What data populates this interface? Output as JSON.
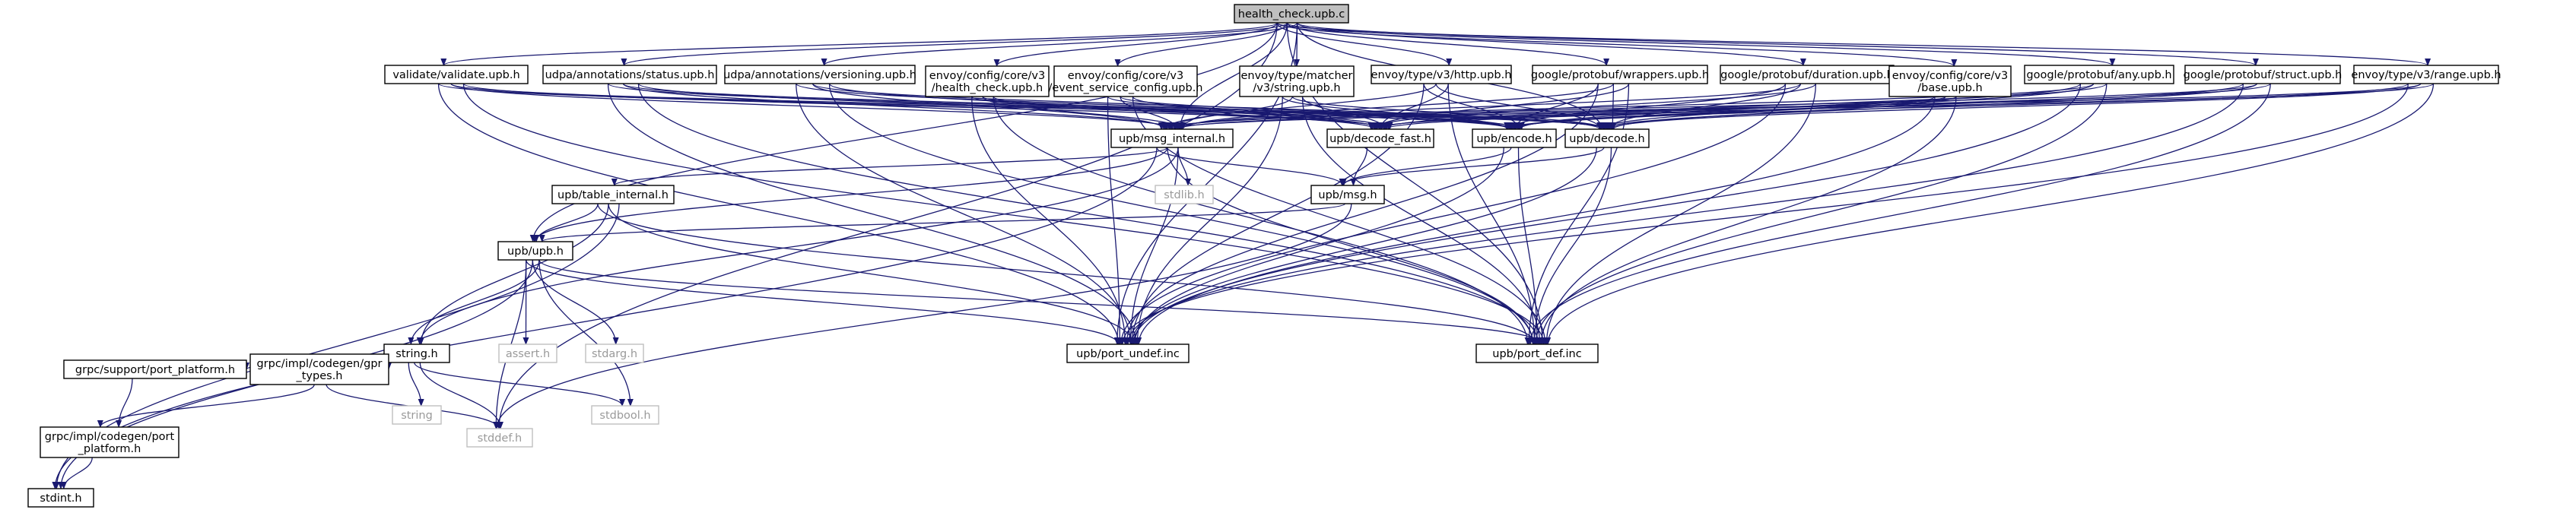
{
  "graph": {
    "root": "health_check.upb.c",
    "colors": {
      "edge": "#191970",
      "node_border": "#000000",
      "root_fill": "#bfbfbf",
      "node_fill": "#ffffff",
      "external_border": "#bfbfbf",
      "external_text": "#9a9a9a"
    },
    "nodes": [
      {
        "id": "root",
        "label": [
          "health_check.upb.c"
        ],
        "kind": "root"
      },
      {
        "id": "validate",
        "label": [
          "validate/validate.upb.h"
        ],
        "kind": "file"
      },
      {
        "id": "udpa_status",
        "label": [
          "udpa/annotations/status.upb.h"
        ],
        "kind": "file"
      },
      {
        "id": "udpa_versioning",
        "label": [
          "udpa/annotations/versioning.upb.h"
        ],
        "kind": "file"
      },
      {
        "id": "env_health",
        "label": [
          "envoy/config/core/v3",
          "/health_check.upb.h"
        ],
        "kind": "file"
      },
      {
        "id": "env_event",
        "label": [
          "envoy/config/core/v3",
          "/event_service_config.upb.h"
        ],
        "kind": "file"
      },
      {
        "id": "env_matcher",
        "label": [
          "envoy/type/matcher",
          "/v3/string.upb.h"
        ],
        "kind": "file"
      },
      {
        "id": "env_http",
        "label": [
          "envoy/type/v3/http.upb.h"
        ],
        "kind": "file"
      },
      {
        "id": "gp_wrappers",
        "label": [
          "google/protobuf/wrappers.upb.h"
        ],
        "kind": "file"
      },
      {
        "id": "gp_duration",
        "label": [
          "google/protobuf/duration.upb.h"
        ],
        "kind": "file"
      },
      {
        "id": "env_base",
        "label": [
          "envoy/config/core/v3",
          "/base.upb.h"
        ],
        "kind": "file"
      },
      {
        "id": "gp_any",
        "label": [
          "google/protobuf/any.upb.h"
        ],
        "kind": "file"
      },
      {
        "id": "gp_struct",
        "label": [
          "google/protobuf/struct.upb.h"
        ],
        "kind": "file"
      },
      {
        "id": "env_range",
        "label": [
          "envoy/type/v3/range.upb.h"
        ],
        "kind": "file"
      },
      {
        "id": "msg_internal",
        "label": [
          "upb/msg_internal.h"
        ],
        "kind": "file"
      },
      {
        "id": "decode_fast",
        "label": [
          "upb/decode_fast.h"
        ],
        "kind": "file"
      },
      {
        "id": "encode",
        "label": [
          "upb/encode.h"
        ],
        "kind": "file"
      },
      {
        "id": "decode",
        "label": [
          "upb/decode.h"
        ],
        "kind": "file"
      },
      {
        "id": "table_internal",
        "label": [
          "upb/table_internal.h"
        ],
        "kind": "file"
      },
      {
        "id": "stdlib",
        "label": [
          "stdlib.h"
        ],
        "kind": "external"
      },
      {
        "id": "msg",
        "label": [
          "upb/msg.h"
        ],
        "kind": "file"
      },
      {
        "id": "upb",
        "label": [
          "upb/upb.h"
        ],
        "kind": "file"
      },
      {
        "id": "string_h",
        "label": [
          "string.h"
        ],
        "kind": "file"
      },
      {
        "id": "assert",
        "label": [
          "assert.h"
        ],
        "kind": "external"
      },
      {
        "id": "stdarg",
        "label": [
          "stdarg.h"
        ],
        "kind": "external"
      },
      {
        "id": "port_undef",
        "label": [
          "upb/port_undef.inc"
        ],
        "kind": "file"
      },
      {
        "id": "port_def",
        "label": [
          "upb/port_def.inc"
        ],
        "kind": "file"
      },
      {
        "id": "grpc_sp",
        "label": [
          "grpc/support/port_platform.h"
        ],
        "kind": "file"
      },
      {
        "id": "grpc_gpr",
        "label": [
          "grpc/impl/codegen/gpr",
          "_types.h"
        ],
        "kind": "file"
      },
      {
        "id": "string",
        "label": [
          "string"
        ],
        "kind": "external"
      },
      {
        "id": "stdbool",
        "label": [
          "stdbool.h"
        ],
        "kind": "external"
      },
      {
        "id": "grpc_ip",
        "label": [
          "grpc/impl/codegen/port",
          "_platform.h"
        ],
        "kind": "file"
      },
      {
        "id": "stddef",
        "label": [
          "stddef.h"
        ],
        "kind": "external"
      },
      {
        "id": "stdint",
        "label": [
          "stdint.h"
        ],
        "kind": "file"
      }
    ],
    "edges": [
      [
        "root",
        "validate"
      ],
      [
        "root",
        "udpa_status"
      ],
      [
        "root",
        "udpa_versioning"
      ],
      [
        "root",
        "env_health"
      ],
      [
        "root",
        "env_event"
      ],
      [
        "root",
        "env_matcher"
      ],
      [
        "root",
        "env_http"
      ],
      [
        "root",
        "gp_wrappers"
      ],
      [
        "root",
        "gp_duration"
      ],
      [
        "root",
        "env_base"
      ],
      [
        "root",
        "gp_any"
      ],
      [
        "root",
        "gp_struct"
      ],
      [
        "root",
        "env_range"
      ],
      [
        "root",
        "msg_internal"
      ],
      [
        "root",
        "decode"
      ],
      [
        "root",
        "stddef"
      ],
      [
        "root",
        "port_def"
      ],
      [
        "root",
        "port_undef"
      ],
      [
        "root",
        "upb"
      ],
      [
        "validate",
        "msg_internal"
      ],
      [
        "validate",
        "decode_fast"
      ],
      [
        "validate",
        "encode"
      ],
      [
        "validate",
        "decode"
      ],
      [
        "validate",
        "port_def"
      ],
      [
        "validate",
        "port_undef"
      ],
      [
        "udpa_status",
        "msg_internal"
      ],
      [
        "udpa_status",
        "decode_fast"
      ],
      [
        "udpa_status",
        "encode"
      ],
      [
        "udpa_status",
        "decode"
      ],
      [
        "udpa_status",
        "port_def"
      ],
      [
        "udpa_status",
        "port_undef"
      ],
      [
        "udpa_versioning",
        "msg_internal"
      ],
      [
        "udpa_versioning",
        "decode_fast"
      ],
      [
        "udpa_versioning",
        "encode"
      ],
      [
        "udpa_versioning",
        "decode"
      ],
      [
        "udpa_versioning",
        "port_def"
      ],
      [
        "udpa_versioning",
        "port_undef"
      ],
      [
        "env_health",
        "msg_internal"
      ],
      [
        "env_health",
        "decode_fast"
      ],
      [
        "env_health",
        "encode"
      ],
      [
        "env_health",
        "decode"
      ],
      [
        "env_health",
        "port_def"
      ],
      [
        "env_health",
        "port_undef"
      ],
      [
        "env_event",
        "msg_internal"
      ],
      [
        "env_event",
        "decode_fast"
      ],
      [
        "env_event",
        "encode"
      ],
      [
        "env_event",
        "decode"
      ],
      [
        "env_event",
        "port_def"
      ],
      [
        "env_event",
        "port_undef"
      ],
      [
        "env_matcher",
        "msg_internal"
      ],
      [
        "env_matcher",
        "decode_fast"
      ],
      [
        "env_matcher",
        "encode"
      ],
      [
        "env_matcher",
        "decode"
      ],
      [
        "env_matcher",
        "port_def"
      ],
      [
        "env_matcher",
        "port_undef"
      ],
      [
        "env_http",
        "msg_internal"
      ],
      [
        "env_http",
        "decode_fast"
      ],
      [
        "env_http",
        "encode"
      ],
      [
        "env_http",
        "decode"
      ],
      [
        "env_http",
        "port_def"
      ],
      [
        "env_http",
        "port_undef"
      ],
      [
        "gp_wrappers",
        "msg_internal"
      ],
      [
        "gp_wrappers",
        "decode_fast"
      ],
      [
        "gp_wrappers",
        "encode"
      ],
      [
        "gp_wrappers",
        "decode"
      ],
      [
        "gp_wrappers",
        "port_def"
      ],
      [
        "gp_wrappers",
        "port_undef"
      ],
      [
        "gp_duration",
        "msg_internal"
      ],
      [
        "gp_duration",
        "decode_fast"
      ],
      [
        "gp_duration",
        "encode"
      ],
      [
        "gp_duration",
        "decode"
      ],
      [
        "gp_duration",
        "port_def"
      ],
      [
        "gp_duration",
        "port_undef"
      ],
      [
        "env_base",
        "msg_internal"
      ],
      [
        "env_base",
        "decode_fast"
      ],
      [
        "env_base",
        "encode"
      ],
      [
        "env_base",
        "decode"
      ],
      [
        "env_base",
        "port_def"
      ],
      [
        "env_base",
        "port_undef"
      ],
      [
        "gp_any",
        "msg_internal"
      ],
      [
        "gp_any",
        "decode_fast"
      ],
      [
        "gp_any",
        "encode"
      ],
      [
        "gp_any",
        "decode"
      ],
      [
        "gp_any",
        "port_def"
      ],
      [
        "gp_any",
        "port_undef"
      ],
      [
        "gp_struct",
        "msg_internal"
      ],
      [
        "gp_struct",
        "decode_fast"
      ],
      [
        "gp_struct",
        "encode"
      ],
      [
        "gp_struct",
        "decode"
      ],
      [
        "gp_struct",
        "port_def"
      ],
      [
        "gp_struct",
        "port_undef"
      ],
      [
        "env_range",
        "msg_internal"
      ],
      [
        "env_range",
        "decode_fast"
      ],
      [
        "env_range",
        "encode"
      ],
      [
        "env_range",
        "decode"
      ],
      [
        "env_range",
        "port_def"
      ],
      [
        "env_range",
        "port_undef"
      ],
      [
        "msg_internal",
        "table_internal"
      ],
      [
        "msg_internal",
        "stdlib"
      ],
      [
        "msg_internal",
        "msg"
      ],
      [
        "msg_internal",
        "upb"
      ],
      [
        "msg_internal",
        "string_h"
      ],
      [
        "msg_internal",
        "stdint"
      ],
      [
        "msg_internal",
        "port_def"
      ],
      [
        "msg_internal",
        "port_undef"
      ],
      [
        "decode_fast",
        "msg"
      ],
      [
        "encode",
        "msg"
      ],
      [
        "encode",
        "port_def"
      ],
      [
        "encode",
        "port_undef"
      ],
      [
        "decode",
        "msg"
      ],
      [
        "decode",
        "port_def"
      ],
      [
        "decode",
        "port_undef"
      ],
      [
        "msg",
        "upb"
      ],
      [
        "msg",
        "stddef"
      ],
      [
        "table_internal",
        "upb"
      ],
      [
        "table_internal",
        "string_h"
      ],
      [
        "table_internal",
        "stdint"
      ],
      [
        "table_internal",
        "port_def"
      ],
      [
        "table_internal",
        "port_undef"
      ],
      [
        "upb",
        "string_h"
      ],
      [
        "upb",
        "assert"
      ],
      [
        "upb",
        "stdarg"
      ],
      [
        "upb",
        "stdbool"
      ],
      [
        "upb",
        "stddef"
      ],
      [
        "upb",
        "stdint"
      ],
      [
        "upb",
        "port_def"
      ],
      [
        "upb",
        "port_undef"
      ],
      [
        "string_h",
        "grpc_sp"
      ],
      [
        "string_h",
        "grpc_gpr"
      ],
      [
        "string_h",
        "string"
      ],
      [
        "string_h",
        "stdbool"
      ],
      [
        "string_h",
        "stddef"
      ],
      [
        "grpc_sp",
        "grpc_ip"
      ],
      [
        "grpc_gpr",
        "grpc_ip"
      ],
      [
        "grpc_gpr",
        "stddef"
      ],
      [
        "grpc_ip",
        "stdint"
      ]
    ]
  }
}
